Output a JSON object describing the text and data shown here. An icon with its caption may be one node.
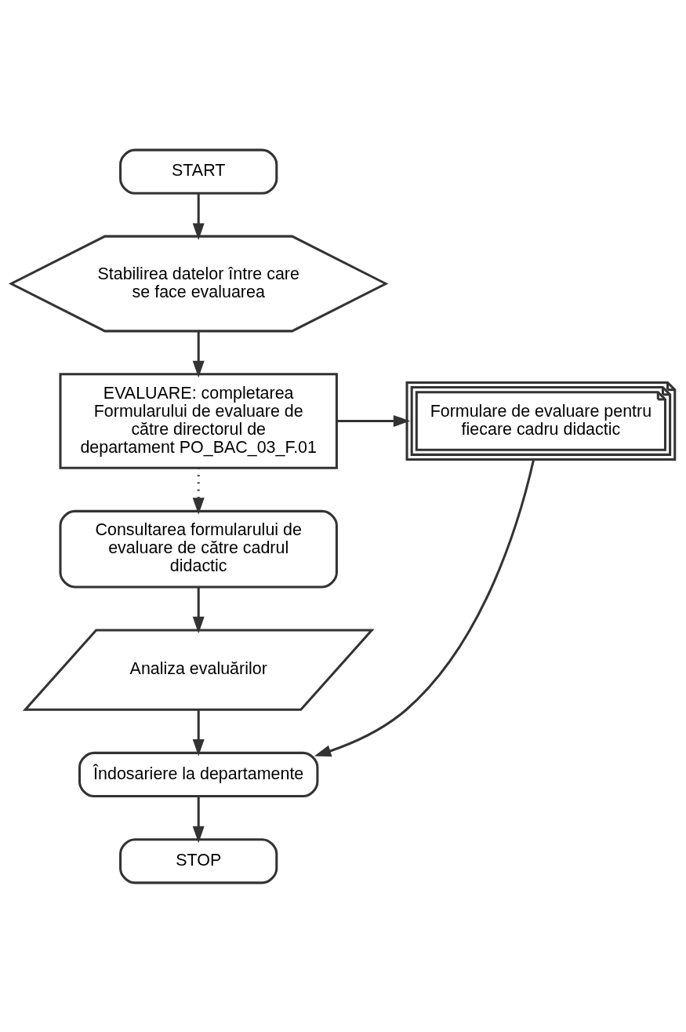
{
  "diagram": {
    "nodes": [
      {
        "text": [
          "START"
        ]
      },
      {
        "text": [
          "Stabilirea datelor între care se face evaluarea"
        ]
      },
      {
        "text": [
          "EVALUARE: completarea Formularului de evaluare de către directorul de departament PO_BAC_03_F.01"
        ]
      },
      {
        "text": [
          "Formulare de evaluare pentru fiecare cadru didactic"
        ]
      },
      {
        "text": [
          "Consultarea formularului de evaluare de către cadrul didactic"
        ]
      },
      {
        "text": [
          "Analiza evaluărilor"
        ]
      },
      {
        "text": [
          "Îndosariere la departamente"
        ]
      },
      {
        "text": [
          "STOP"
        ]
      }
    ],
    "edges": [
      {
        "from": 0,
        "to": 1,
        "arrow": "to"
      },
      {
        "from": 1,
        "to": 2,
        "arrow": "to"
      },
      {
        "from": 2,
        "to": 3,
        "arrow": "to"
      },
      {
        "from": 2,
        "to": 4,
        "arrow": "to",
        "style": "dashed"
      },
      {
        "from": 4,
        "to": 5,
        "arrow": "to"
      },
      {
        "from": 5,
        "to": 6,
        "arrow": "to"
      },
      {
        "from": 3,
        "to": 6,
        "arrow": "to"
      },
      {
        "from": 6,
        "to": 7,
        "arrow": "to"
      }
    ]
  }
}
